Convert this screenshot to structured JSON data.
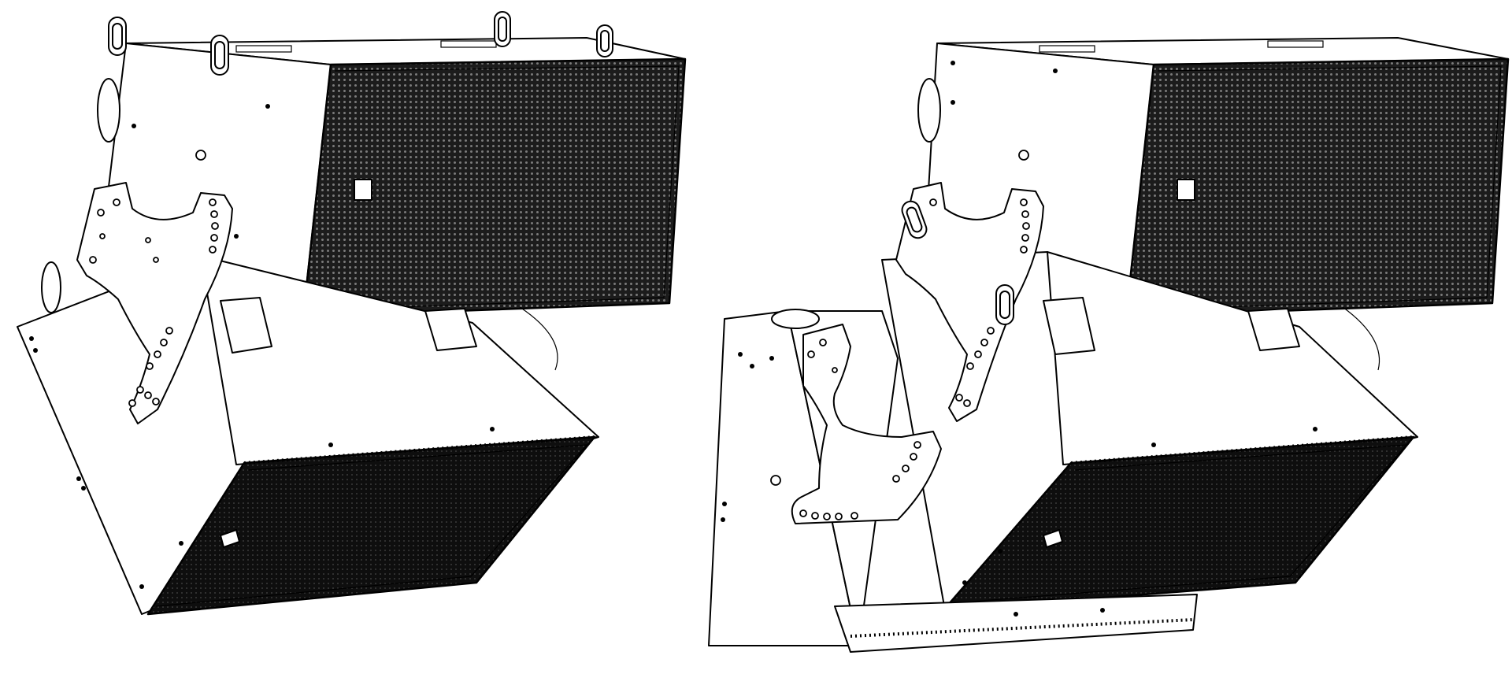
{
  "figure": {
    "assemblies": [
      {
        "id": "left",
        "enclosures": 2
      },
      {
        "id": "right",
        "enclosures": 3
      }
    ],
    "colors": {
      "line": "#000000",
      "fill": "#ffffff",
      "grille": "#1a1a1a"
    },
    "icons": [
      "rigging-shackle-icon",
      "rigging-plate-icon",
      "speaker-grille-icon",
      "handle-icon",
      "logo-badge-icon"
    ]
  }
}
